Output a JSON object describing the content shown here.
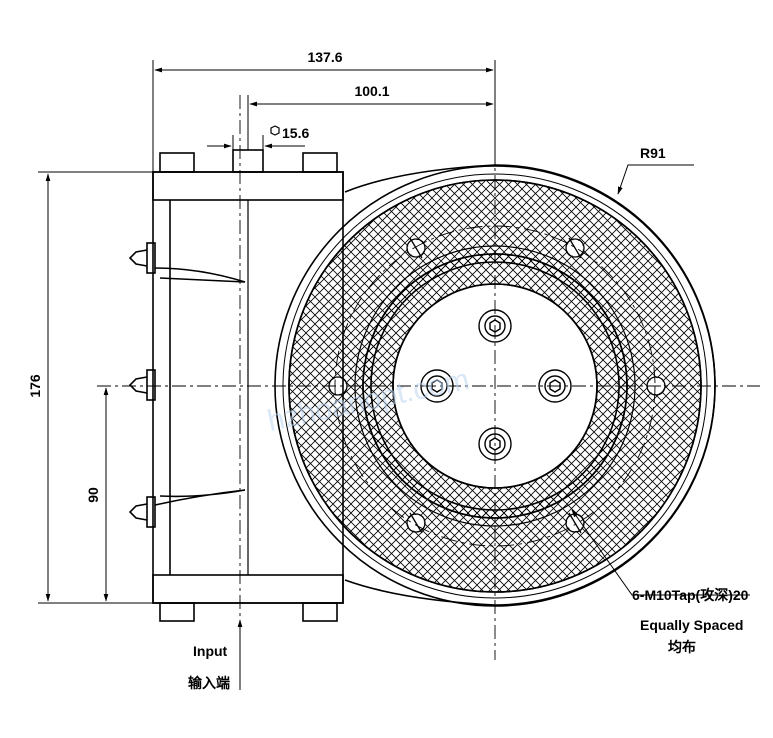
{
  "dimensions": {
    "overall_width": "137.6",
    "center_offset": "100.1",
    "hex_size": "15.6",
    "height": "176",
    "center_height": "90",
    "radius": "R91"
  },
  "annotations": {
    "tap_spec": "6-M10Tap(攻深)20",
    "equally_spaced_en": "Equally Spaced",
    "equally_spaced_cn": "均布",
    "input_en": "Input",
    "input_cn": "输入端"
  },
  "watermark": "hzhoanopt.com"
}
